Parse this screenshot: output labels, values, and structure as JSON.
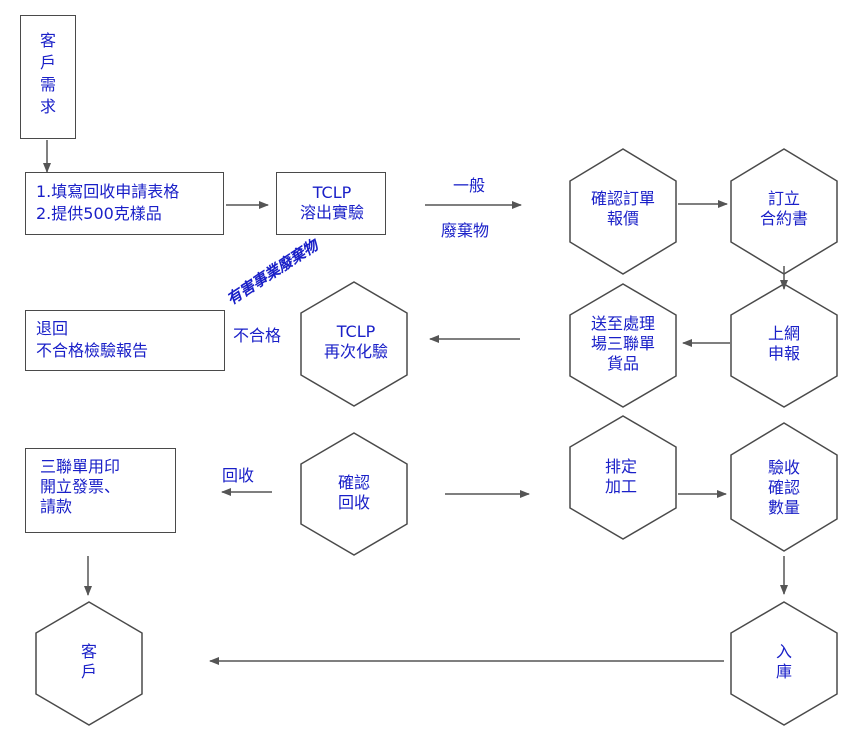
{
  "colors": {
    "text": "#1a20c8",
    "stroke": "#4a4a4a",
    "arrow": "#555555",
    "background": "#ffffff"
  },
  "nodes": {
    "customer_need": "客\n戶\n需\n求",
    "fill_form_line1": "1.填寫回收申請表格",
    "fill_form_line2": "2.提供500克樣品",
    "tclp_test": "TCLP\n溶出實驗",
    "confirm_quote": "確認訂單\n報價",
    "sign_contract": "訂立\n合約書",
    "online_report": "上網\n申報",
    "send_to_plant": "送至處理\n場三聯單\n貨品",
    "tclp_retest": "TCLP\n再次化驗",
    "return_report_line1": "退回",
    "return_report_line2": "不合格檢驗報告",
    "confirm_recycle": "確認\n回收",
    "schedule_process": "排定\n加工",
    "inspect_quantity": "驗收\n確認\n數量",
    "stamp_invoice": "三聯單用印\n開立發票、\n請款",
    "warehouse": "入\n庫",
    "customer": "客\n戶"
  },
  "edge_labels": {
    "general_top": "一般",
    "general_bottom": "廢棄物",
    "hazardous": "有害事業廢棄物",
    "fail": "不合格",
    "recycle": "回收"
  }
}
